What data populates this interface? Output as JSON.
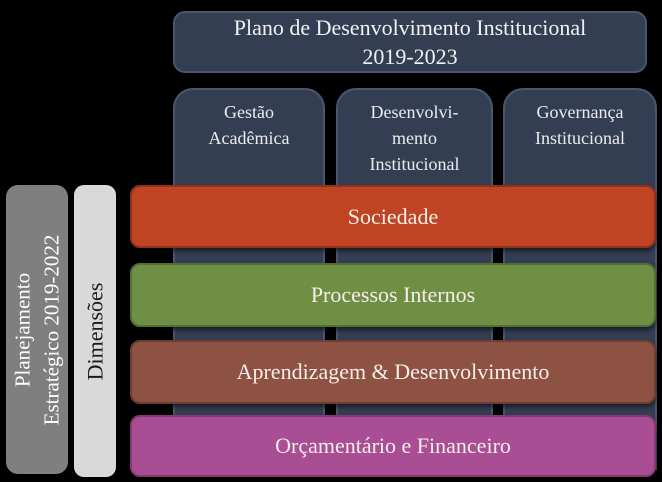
{
  "colors": {
    "background": "#000000",
    "slate": "#343E52",
    "slate_border": "#4A5670",
    "title_text": "#F0F1F4",
    "bar_text": "#F5EEE8"
  },
  "title": {
    "lines": [
      "Plano de Desenvolvimento Institucional",
      "2019-2023"
    ]
  },
  "pillars": [
    {
      "lines": [
        "Gestão",
        "Acadêmica"
      ]
    },
    {
      "lines": [
        "Desenvolvi-",
        "mento",
        "Institucional"
      ]
    },
    {
      "lines": [
        "Governança",
        "Institucional"
      ]
    }
  ],
  "bars": [
    {
      "label": "Sociedade",
      "color": "#BF4424",
      "border": "#93301A"
    },
    {
      "label": "Processos Internos",
      "color": "#6E8F44",
      "border": "#546F33"
    },
    {
      "label": "Aprendizagem & Desenvolvimento",
      "color": "#8D5244",
      "border": "#6C3E33"
    },
    {
      "label": "Orçamentário e Financeiro",
      "color": "#A94D95",
      "border": "#823A72"
    }
  ],
  "side_labels": {
    "planejamento": {
      "lines": [
        "Planejamento",
        "Estratégico 2019-2022"
      ],
      "color": "#7F7F7F",
      "border": "#8C8C8C",
      "text_color": "#FFFFFF"
    },
    "dimensoes": {
      "label": "Dimensões",
      "color": "#D9D9D9",
      "border": "#C8C8C8",
      "text_color": "#1A1A1A"
    }
  }
}
